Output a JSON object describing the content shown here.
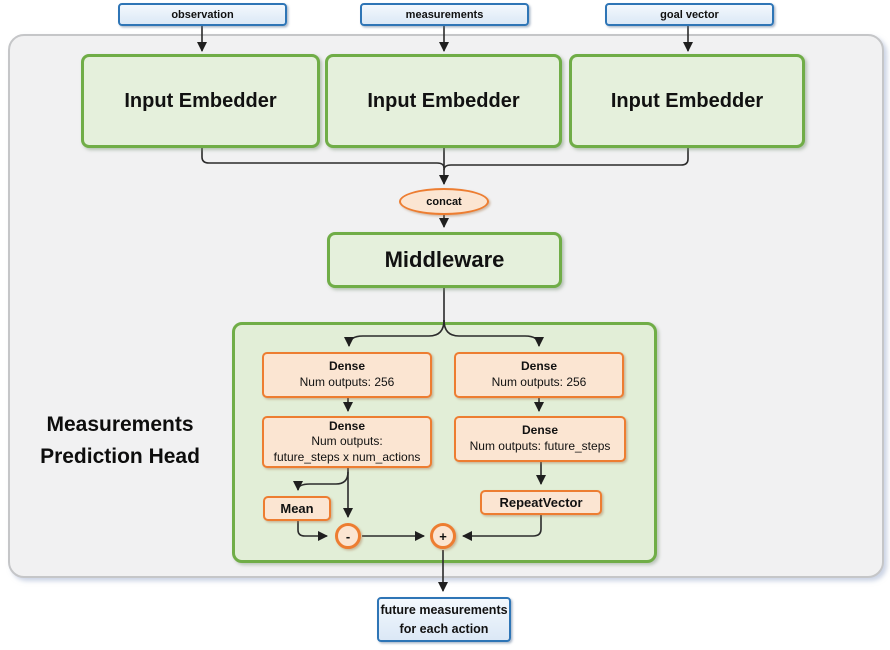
{
  "title_label": {
    "line1": "Measurements",
    "line2": "Prediction Head"
  },
  "inputs": [
    {
      "label": "observation"
    },
    {
      "label": "measurements"
    },
    {
      "label": "goal vector"
    }
  ],
  "embedders": [
    {
      "label": "Input Embedder"
    },
    {
      "label": "Input Embedder"
    },
    {
      "label": "Input Embedder"
    }
  ],
  "concat": {
    "label": "concat"
  },
  "middleware": {
    "label": "Middleware"
  },
  "branches": {
    "left": {
      "dense1": {
        "title": "Dense",
        "subtitle": "Num outputs: 256"
      },
      "dense2": {
        "title": "Dense",
        "subtitle_line1": "Num outputs:",
        "subtitle_line2": "future_steps x num_actions"
      },
      "mean": {
        "label": "Mean"
      },
      "minus_op": {
        "label": "-"
      }
    },
    "right": {
      "dense1": {
        "title": "Dense",
        "subtitle": "Num outputs: 256"
      },
      "dense2": {
        "title": "Dense",
        "subtitle": "Num outputs: future_steps"
      },
      "repeat_vector": {
        "label": "RepeatVector"
      },
      "plus_op": {
        "label": "+"
      }
    }
  },
  "output": {
    "line1": "future measurements",
    "line2": "for each action"
  },
  "colors": {
    "blue_border": "#2e75b6",
    "blue_fill": "#e3eefa",
    "green_border": "#70ad47",
    "green_fill": "#e5f0dc",
    "green_group_fill": "#e2eed7",
    "orange_border": "#ed7d31",
    "orange_fill": "#fbe5d2",
    "panel_fill": "#f1f1f2",
    "panel_border": "#c5c6c8",
    "wire_color": "#222222"
  }
}
